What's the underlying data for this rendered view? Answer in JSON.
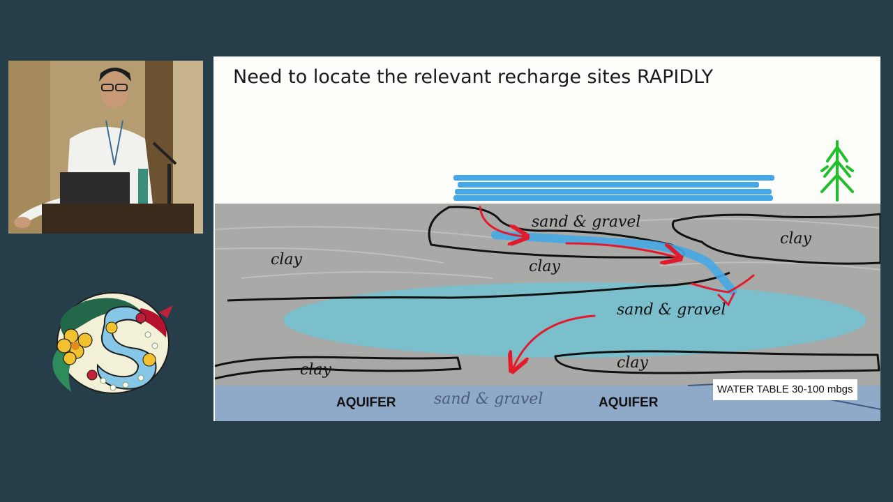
{
  "slide": {
    "title": "Need to locate the relevant recharge sites RAPIDLY",
    "labels": {
      "clay_left": "clay",
      "clay_center": "clay",
      "clay_right": "clay",
      "clay_bottom_left": "clay",
      "clay_bottom_right": "clay",
      "sand_gravel_top": "sand & gravel",
      "sand_gravel_middle": "sand & gravel",
      "sand_gravel_aquifer": "sand & gravel",
      "aquifer_left": "AQUIFER",
      "aquifer_right": "AQUIFER"
    },
    "water_table": "WATER TABLE 30-100 mbgs"
  },
  "colors": {
    "background": "#263e4a",
    "slide_bg": "#fdfdf9",
    "soil_gray": "#a9a9a7",
    "water_blue": "#45a8e6",
    "sand_teal": "#6fc3d3",
    "aquifer_blue": "#8fa9c9",
    "arrow_red": "#e21b2c",
    "tree_green": "#1fbf2a"
  },
  "icons": {
    "tree": "tree-icon",
    "logo": "floral-s-logo"
  }
}
